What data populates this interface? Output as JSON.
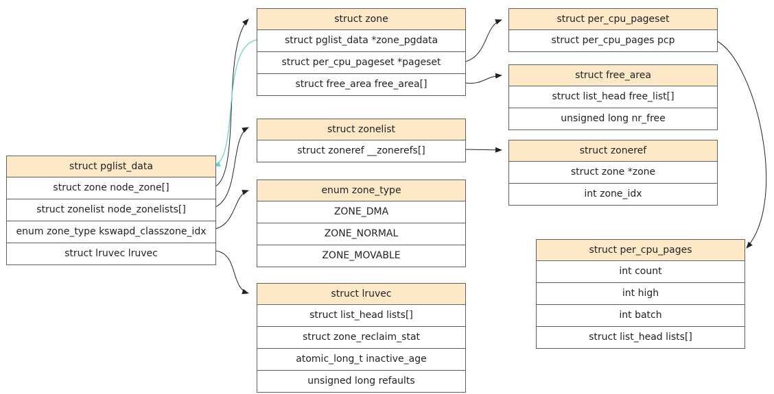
{
  "nodes": {
    "pglist_data": {
      "title": "struct pglist_data",
      "fields": [
        "struct zone node_zone[]",
        "struct zonelist node_zonelists[]",
        "enum zone_type kswapd_classzone_idx",
        "struct lruvec lruvec"
      ]
    },
    "zone": {
      "title": "struct zone",
      "fields": [
        "struct pglist_data *zone_pgdata",
        "struct per_cpu_pageset *pageset",
        "struct free_area free_area[]"
      ]
    },
    "per_cpu_pageset": {
      "title": "struct per_cpu_pageset",
      "fields": [
        "struct per_cpu_pages pcp"
      ]
    },
    "free_area": {
      "title": "struct free_area",
      "fields": [
        "struct list_head free_list[]",
        "unsigned long nr_free"
      ]
    },
    "zonelist": {
      "title": "struct zonelist",
      "fields": [
        "struct zoneref __zonerefs[]"
      ]
    },
    "zoneref": {
      "title": "struct zoneref",
      "fields": [
        "struct zone *zone",
        "int zone_idx"
      ]
    },
    "zone_type": {
      "title": "enum zone_type",
      "fields": [
        "ZONE_DMA",
        "ZONE_NORMAL",
        "ZONE_MOVABLE"
      ]
    },
    "lruvec": {
      "title": "struct lruvec",
      "fields": [
        "struct list_head lists[]",
        "struct zone_reclaim_stat",
        "atomic_long_t inactive_age",
        "unsigned long refaults"
      ]
    },
    "per_cpu_pages": {
      "title": "struct per_cpu_pages",
      "fields": [
        "int count",
        "int high",
        "int batch",
        "struct list_head lists[]"
      ]
    }
  },
  "colors": {
    "header": "#fde8c8",
    "border": "#5f5f5f",
    "edge": "#222222",
    "back_edge": "#5fd3c8"
  }
}
